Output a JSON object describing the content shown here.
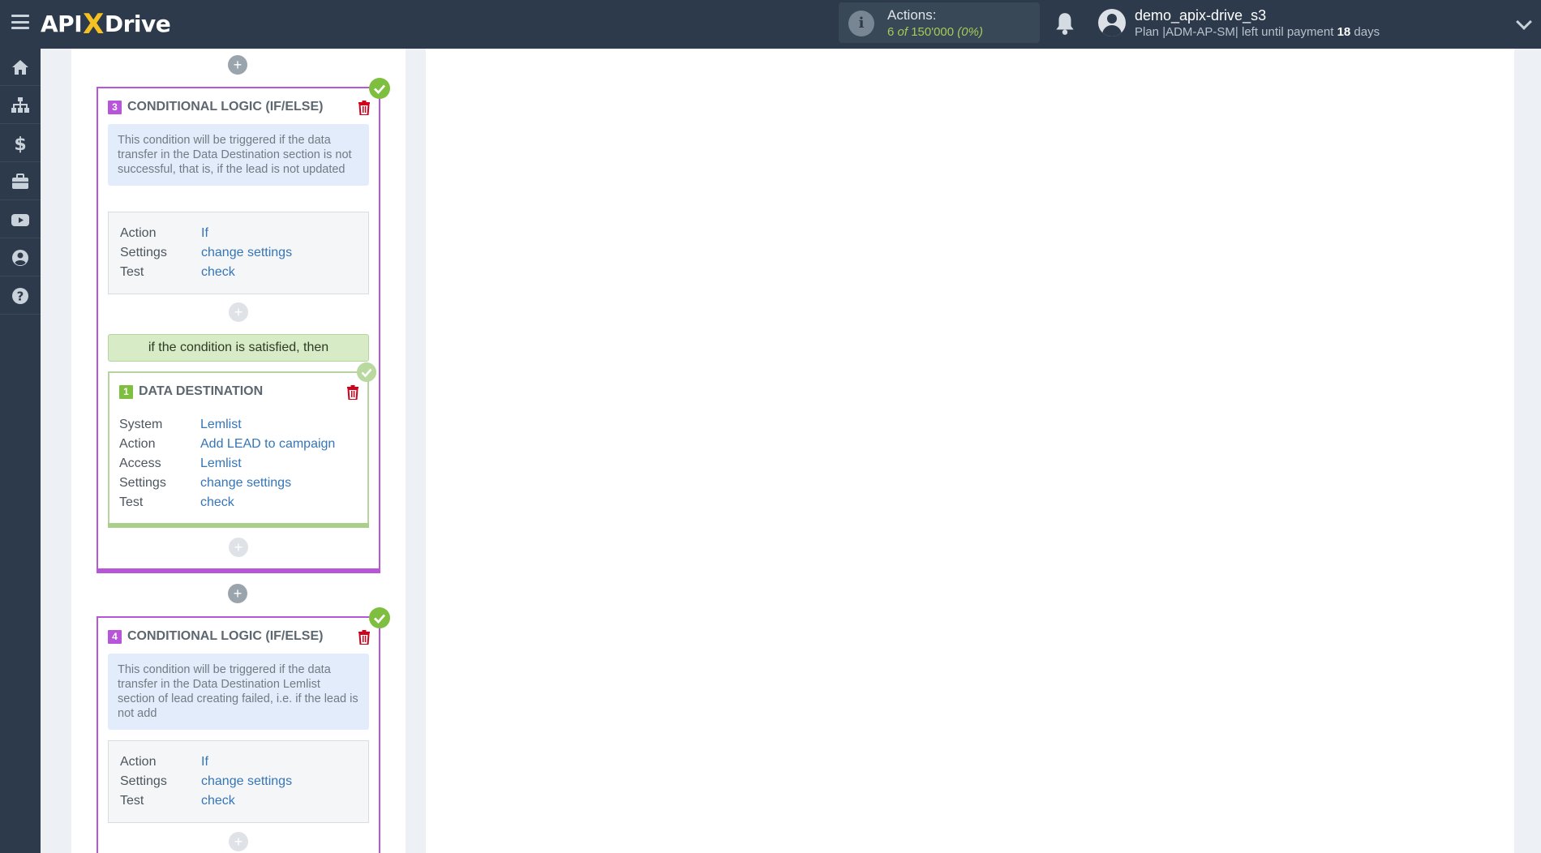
{
  "header": {
    "logo_left": "API",
    "logo_x": "X",
    "logo_right": "Drive",
    "actions_label": "Actions:",
    "actions_used": "6",
    "actions_of": "of",
    "actions_total": "150'000",
    "actions_percent": "(0%)",
    "username": "demo_apix-drive_s3",
    "plan_prefix": "Plan |ADM-AP-SM| left until payment",
    "plan_days": "18",
    "plan_suffix": "days"
  },
  "sidebar": {
    "items": [
      {
        "icon": "home-icon"
      },
      {
        "icon": "sitemap-icon"
      },
      {
        "icon": "dollar-icon"
      },
      {
        "icon": "briefcase-icon"
      },
      {
        "icon": "youtube-icon"
      },
      {
        "icon": "user-circle-icon"
      },
      {
        "icon": "question-circle-icon"
      }
    ]
  },
  "blocks": [
    {
      "number": "3",
      "title": "CONDITIONAL LOGIC (IF/ELSE)",
      "description": "This condition will be triggered if the data transfer in the Data Destination section is not successful, that is, if the lead is not updated",
      "rows": [
        {
          "key": "Action",
          "value": "If"
        },
        {
          "key": "Settings",
          "value": "change settings"
        },
        {
          "key": "Test",
          "value": "check"
        }
      ],
      "condition_text": "if the condition is satisfied, then",
      "destination": {
        "number": "1",
        "title": "DATA DESTINATION",
        "rows": [
          {
            "key": "System",
            "value": "Lemlist"
          },
          {
            "key": "Action",
            "value": "Add LEAD to campaign"
          },
          {
            "key": "Access",
            "value": "Lemlist"
          },
          {
            "key": "Settings",
            "value": "change settings"
          },
          {
            "key": "Test",
            "value": "check"
          }
        ]
      }
    },
    {
      "number": "4",
      "title": "CONDITIONAL LOGIC (IF/ELSE)",
      "description": "This condition will be triggered if the data transfer in the Data Destination Lemlist section of lead creating failed, i.e. if the lead is not add",
      "rows": [
        {
          "key": "Action",
          "value": "If"
        },
        {
          "key": "Settings",
          "value": "change settings"
        },
        {
          "key": "Test",
          "value": "check"
        }
      ]
    }
  ],
  "colors": {
    "topbar": "#2c3a4b",
    "accent_purple": "#b756d9",
    "success_green": "#7fbf3f",
    "link_blue": "#3575b8",
    "delete_red": "#d0021b"
  },
  "plus_symbol": "+"
}
